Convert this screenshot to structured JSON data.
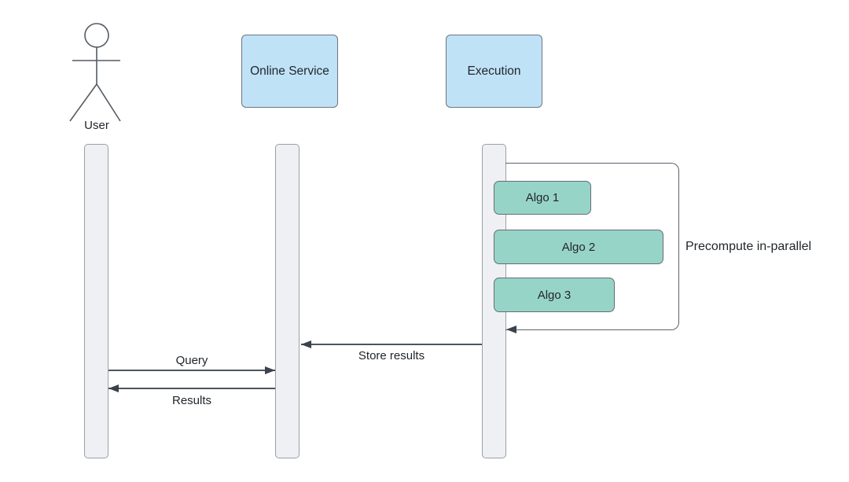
{
  "actors": [
    {
      "label": "User",
      "type": "person"
    },
    {
      "label": "Online Service",
      "type": "participant"
    },
    {
      "label": "Execution",
      "type": "participant"
    }
  ],
  "execution_tasks": [
    {
      "label": "Algo 1"
    },
    {
      "label": "Algo 2"
    },
    {
      "label": "Algo 3"
    }
  ],
  "annotation": {
    "label": "Precompute in-parallel"
  },
  "messages": [
    {
      "label": "Store results",
      "from": "Execution",
      "to": "Online Service",
      "direction": "left"
    },
    {
      "label": "Query",
      "from": "User",
      "to": "Online Service",
      "direction": "right"
    },
    {
      "label": "Results",
      "from": "Online Service",
      "to": "User",
      "direction": "left"
    }
  ],
  "colors": {
    "participant_fill": "#bfe2f7",
    "task_fill": "#97d4c8",
    "lifeline_fill": "#eef0f3",
    "lifeline_border": "#9aa0a8",
    "stroke": "#4d545e",
    "arrowhead": "#3a424b",
    "text": "#22272c",
    "background": "#ffffff"
  }
}
